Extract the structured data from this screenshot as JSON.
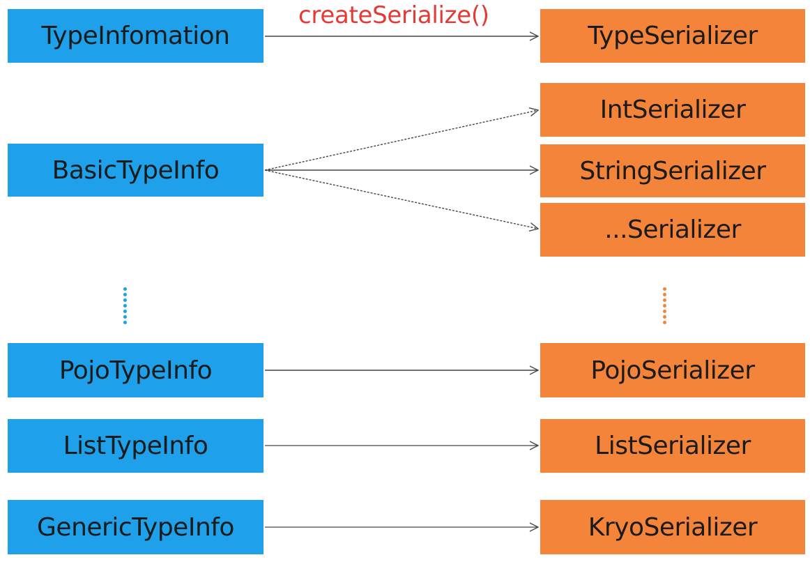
{
  "method_label": "createSerialize()",
  "type_infos": [
    {
      "key": "typeinfo",
      "label": "TypeInfomation"
    },
    {
      "key": "basic",
      "label": "BasicTypeInfo"
    },
    {
      "key": "pojo",
      "label": "PojoTypeInfo"
    },
    {
      "key": "list",
      "label": "ListTypeInfo"
    },
    {
      "key": "generic",
      "label": "GenericTypeInfo"
    }
  ],
  "serializers": [
    {
      "key": "type",
      "label": "TypeSerializer"
    },
    {
      "key": "int",
      "label": "IntSerializer"
    },
    {
      "key": "string",
      "label": "StringSerializer"
    },
    {
      "key": "other",
      "label": "...Serializer"
    },
    {
      "key": "pojo",
      "label": "PojoSerializer"
    },
    {
      "key": "list",
      "label": "ListSerializer"
    },
    {
      "key": "kryo",
      "label": "KryoSerializer"
    }
  ],
  "colors": {
    "type_info_fill": "#1ea0ea",
    "serializer_fill": "#f5843b",
    "method_label": "#e53935",
    "arrow": "#444444",
    "left_ellipsis": "#1ea0ea",
    "right_ellipsis": "#f5843b"
  }
}
